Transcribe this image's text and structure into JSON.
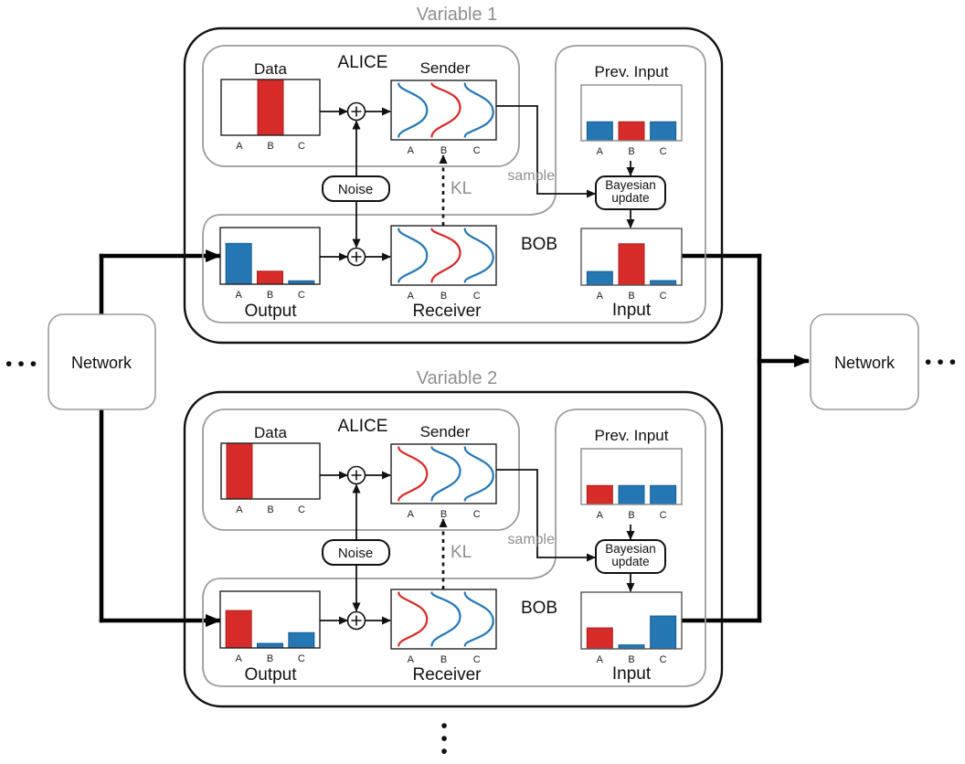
{
  "palette": {
    "red": "#d62b28",
    "blue": "#2577b4",
    "red_edge": "#a81f1d",
    "blue_edge": "#175d8f",
    "gray_text": "#8f8f8f",
    "box_gray": "#9c9c9c",
    "ink": "#111111"
  },
  "dot": "•",
  "dots": "•••",
  "network_left": {
    "label": "Network"
  },
  "network_right": {
    "label": "Network"
  },
  "variables": [
    {
      "title": "Variable 1",
      "alice": "ALICE",
      "bob": "BOB",
      "noise": "Noise",
      "kl": "KL",
      "sample": "sample",
      "bayesian": {
        "line1": "Bayesian",
        "line2": "update"
      },
      "charts": {
        "data": {
          "title": "Data",
          "kind": "bars",
          "categories": [
            "A",
            "B",
            "C"
          ],
          "values": [
            0,
            1,
            0
          ],
          "colors": [
            "blue",
            "red",
            "blue"
          ]
        },
        "sender": {
          "title": "Sender",
          "kind": "curves",
          "categories": [
            "A",
            "B",
            "C"
          ],
          "curves": [
            "blue",
            "red",
            "blue"
          ]
        },
        "prev_input": {
          "title": "Prev. Input",
          "kind": "bars",
          "categories": [
            "A",
            "B",
            "C"
          ],
          "values": [
            0.34,
            0.34,
            0.34
          ],
          "colors": [
            "blue",
            "red",
            "blue"
          ]
        },
        "output": {
          "title": "Output",
          "kind": "bars",
          "categories": [
            "A",
            "B",
            "C"
          ],
          "values": [
            0.72,
            0.23,
            0.06
          ],
          "colors": [
            "blue",
            "red",
            "blue"
          ]
        },
        "receiver": {
          "title": "Receiver",
          "kind": "curves",
          "categories": [
            "A",
            "B",
            "C"
          ],
          "curves": [
            "blue",
            "red",
            "blue"
          ]
        },
        "input": {
          "title": "Input",
          "kind": "bars",
          "categories": [
            "A",
            "B",
            "C"
          ],
          "values": [
            0.24,
            0.73,
            0.08
          ],
          "colors": [
            "blue",
            "red",
            "blue"
          ]
        }
      }
    },
    {
      "title": "Variable 2",
      "alice": "ALICE",
      "bob": "BOB",
      "noise": "Noise",
      "kl": "KL",
      "sample": "sample",
      "bayesian": {
        "line1": "Bayesian",
        "line2": "update"
      },
      "charts": {
        "data": {
          "title": "Data",
          "kind": "bars",
          "categories": [
            "A",
            "B",
            "C"
          ],
          "values": [
            1,
            0,
            0
          ],
          "colors": [
            "red",
            "blue",
            "blue"
          ]
        },
        "sender": {
          "title": "Sender",
          "kind": "curves",
          "categories": [
            "A",
            "B",
            "C"
          ],
          "curves": [
            "red",
            "blue",
            "blue"
          ]
        },
        "prev_input": {
          "title": "Prev. Input",
          "kind": "bars",
          "categories": [
            "A",
            "B",
            "C"
          ],
          "values": [
            0.34,
            0.34,
            0.34
          ],
          "colors": [
            "red",
            "blue",
            "blue"
          ]
        },
        "output": {
          "title": "Output",
          "kind": "bars",
          "categories": [
            "A",
            "B",
            "C"
          ],
          "values": [
            0.66,
            0.08,
            0.27
          ],
          "colors": [
            "red",
            "blue",
            "blue"
          ]
        },
        "receiver": {
          "title": "Receiver",
          "kind": "curves",
          "categories": [
            "A",
            "B",
            "C"
          ],
          "curves": [
            "red",
            "blue",
            "blue"
          ]
        },
        "input": {
          "title": "Input",
          "kind": "bars",
          "categories": [
            "A",
            "B",
            "C"
          ],
          "values": [
            0.37,
            0.07,
            0.58
          ],
          "colors": [
            "red",
            "blue",
            "blue"
          ]
        }
      }
    }
  ]
}
